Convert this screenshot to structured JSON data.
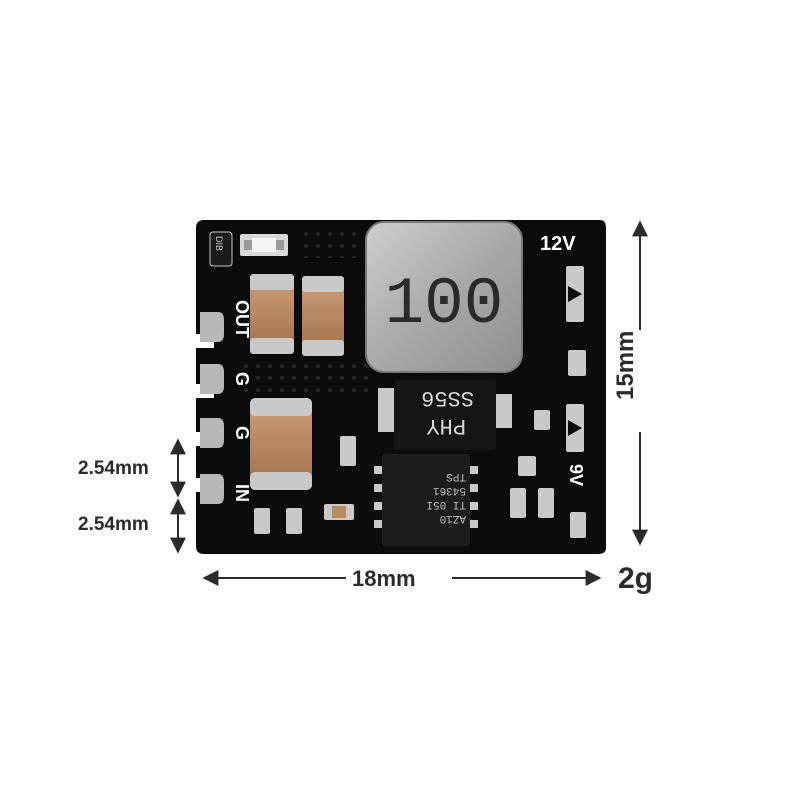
{
  "board": {
    "inductor_marking": "100",
    "diode_marking": "SS56",
    "diode_marking_2": "PHY",
    "ic_marking": [
      "TPS",
      "54361",
      "TI 05I",
      "AZ10"
    ],
    "led_marking": "DIB",
    "output_12v": "12V",
    "output_9v": "9V",
    "pin_labels": [
      "OUT",
      "G",
      "G",
      "IN"
    ]
  },
  "dimensions": {
    "width": "18mm",
    "height": "15mm",
    "pitch_1": "2.54mm",
    "pitch_2": "2.54mm",
    "weight": "2g"
  },
  "colors": {
    "pcb": "#0b0b0b",
    "pad": "#b8b8b8",
    "capacitor": "#b98a62",
    "dimension": "#2b2b2b"
  }
}
